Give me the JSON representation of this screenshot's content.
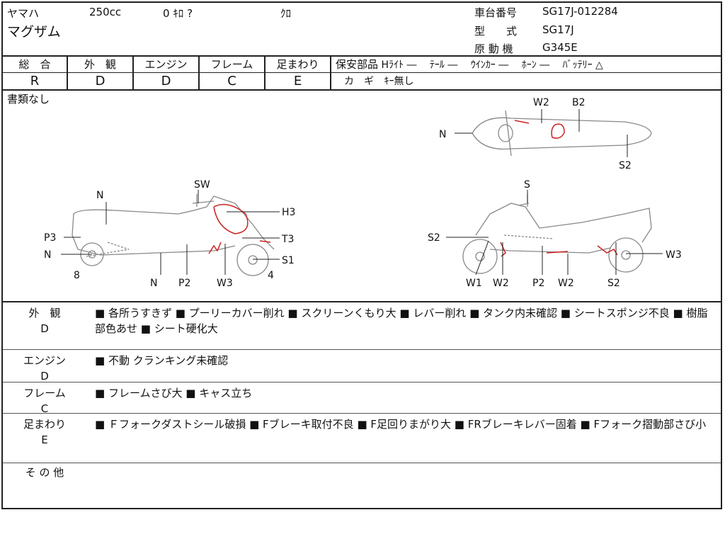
{
  "header": {
    "maker": "ヤマハ",
    "displacement": "250cc",
    "mileage": "0 ｷﾛ ?",
    "color": "ｸﾛ",
    "model_name": "マグザム",
    "frame_no_label": "車台番号",
    "frame_no": "SG17J-012284",
    "type_label": "型　　式",
    "type": "SG17J",
    "engine_label": "原 動 機",
    "engine": "G345E"
  },
  "grades": [
    {
      "label": "総　合",
      "value": "R"
    },
    {
      "label": "外　観",
      "value": "D"
    },
    {
      "label": "エンジン",
      "value": "D"
    },
    {
      "label": "フレーム",
      "value": "C"
    },
    {
      "label": "足まわり",
      "value": "E"
    }
  ],
  "safety": {
    "label": "保安部品",
    "items": "Hﾗｲﾄ ―　 ﾃｰﾙ ―　 ｳｲﾝｶｰ ―　 ﾎｰﾝ ―　 ﾊﾞｯﾃﾘｰ △",
    "key_label": "カ　ギ",
    "key_value": "ｷｰ無し"
  },
  "documents": "書類なし",
  "diagram_labels": {
    "left": [
      "N",
      "SW",
      "H3",
      "P3",
      "T3",
      "N",
      "S1",
      "8",
      "4",
      "N",
      "P2",
      "W3"
    ],
    "right": [
      "S",
      "S2",
      "W3",
      "W1",
      "W2",
      "P2",
      "W2",
      "S2"
    ],
    "top": [
      "W2",
      "B2",
      "N",
      "S2"
    ]
  },
  "sections": [
    {
      "label": "外　観",
      "grade": "D",
      "text": "■ 各所うすきず ■ プーリーカバー削れ ■ スクリーンくもり大 ■ レバー削れ ■ タンク内未確認 ■ シートスポンジ不良 ■ 樹脂部色あせ ■ シート硬化大"
    },
    {
      "label": "エンジン",
      "grade": "D",
      "text": "■ 不動 クランキング未確認"
    },
    {
      "label": "フレーム",
      "grade": "C",
      "text": "■ フレームさび大 ■ キャス立ち"
    },
    {
      "label": "足まわり",
      "grade": "E",
      "text": "■ Ｆフォークダストシール破損 ■ Fブレーキ取付不良 ■ F足回りまがり大 ■ FRブレーキレバー固着 ■ Fフォーク摺動部さび小"
    },
    {
      "label": "そ の 他",
      "grade": "",
      "text": ""
    }
  ]
}
